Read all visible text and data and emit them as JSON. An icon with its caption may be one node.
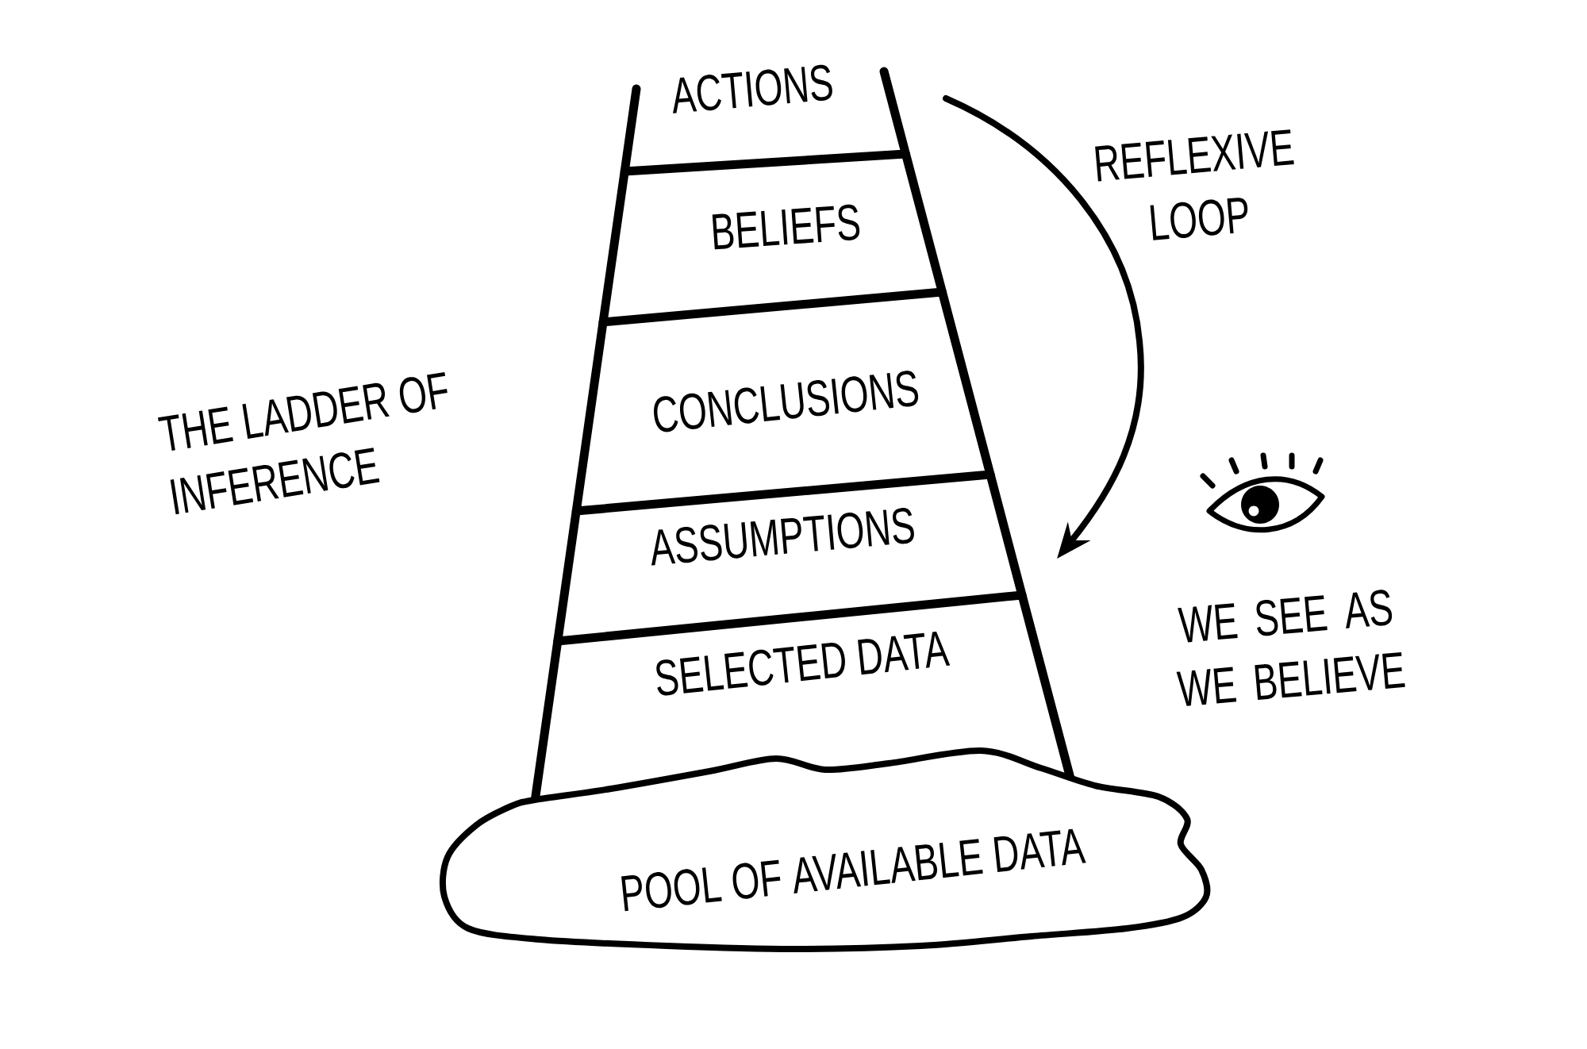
{
  "diagram": {
    "title": "THE LADDER OF INFERENCE",
    "nodes": [
      {
        "text": [
          "ACTIONS"
        ]
      },
      {
        "text": [
          "BELIEFS"
        ]
      },
      {
        "text": [
          "CONCLUSIONS"
        ]
      },
      {
        "text": [
          "ASSUMPTIONS"
        ]
      },
      {
        "text": [
          "SELECTED DATA"
        ]
      },
      {
        "text": [
          "POOL OF AVAILABLE DATA"
        ]
      }
    ],
    "edges": [
      {
        "from": 0,
        "to": 3,
        "arrow": "to",
        "label": "REFLEXIVE LOOP"
      }
    ],
    "labels": [
      "WE SEE AS WE BELIEVE"
    ]
  }
}
